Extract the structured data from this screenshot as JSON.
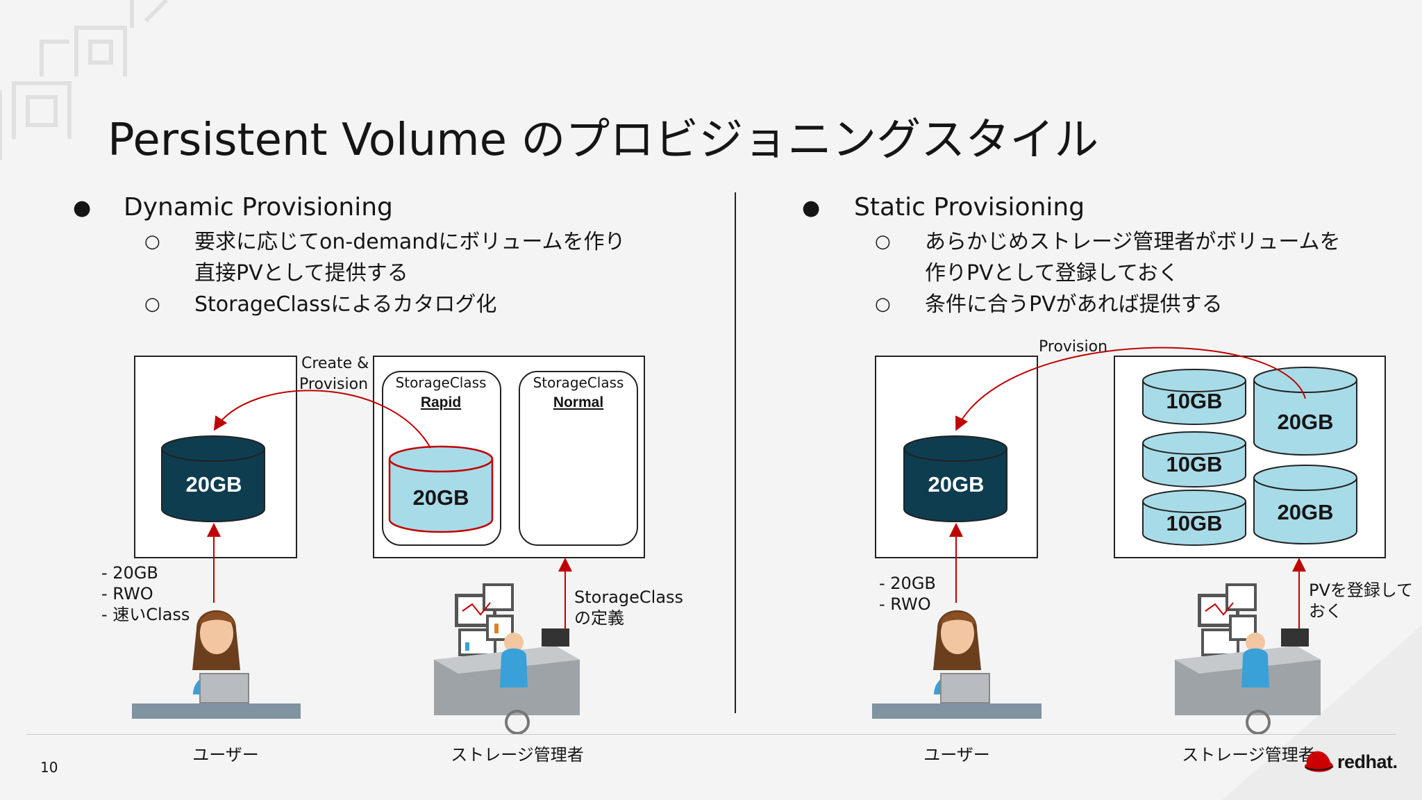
{
  "slide": {
    "title": "Persistent Volume のプロビジョニングスタイル",
    "page_number": "10",
    "brand": "redhat."
  },
  "left": {
    "heading": "Dynamic Provisioning",
    "bullets": [
      "要求に応じてon-demandにボリュームを作り",
      "直接PVとして提供する",
      "StorageClassによるカタログ化"
    ],
    "arrow_label_1": "Create &",
    "arrow_label_2": "Provision",
    "storage_class_word": "StorageClass",
    "class_rapid": "Rapid",
    "class_normal": "Normal",
    "user_volume": "20GB",
    "class_volume": "20GB",
    "request": [
      "- 20GB",
      "- RWO",
      "- 速いClass"
    ],
    "admin_note": [
      "StorageClass",
      "の定義"
    ],
    "user_caption": "ユーザー",
    "admin_caption": "ストレージ管理者"
  },
  "right": {
    "heading": "Static Provisioning",
    "bullets": [
      "あらかじめストレージ管理者がボリュームを",
      "作りPVとして登録しておく",
      "条件に合うPVがあれば提供する"
    ],
    "arrow_label": "Provision",
    "user_volume": "20GB",
    "pool": [
      "10GB",
      "10GB",
      "10GB",
      "20GB",
      "20GB"
    ],
    "request": [
      "- 20GB",
      "- RWO"
    ],
    "admin_note": [
      "PVを登録して",
      "おく"
    ],
    "user_caption": "ユーザー",
    "admin_caption": "ストレージ管理者"
  },
  "colors": {
    "dark_volume": "#0e3d50",
    "light_volume": "#a8dbe8",
    "arrow_red": "#c00000",
    "brand_red": "#cc0000"
  }
}
